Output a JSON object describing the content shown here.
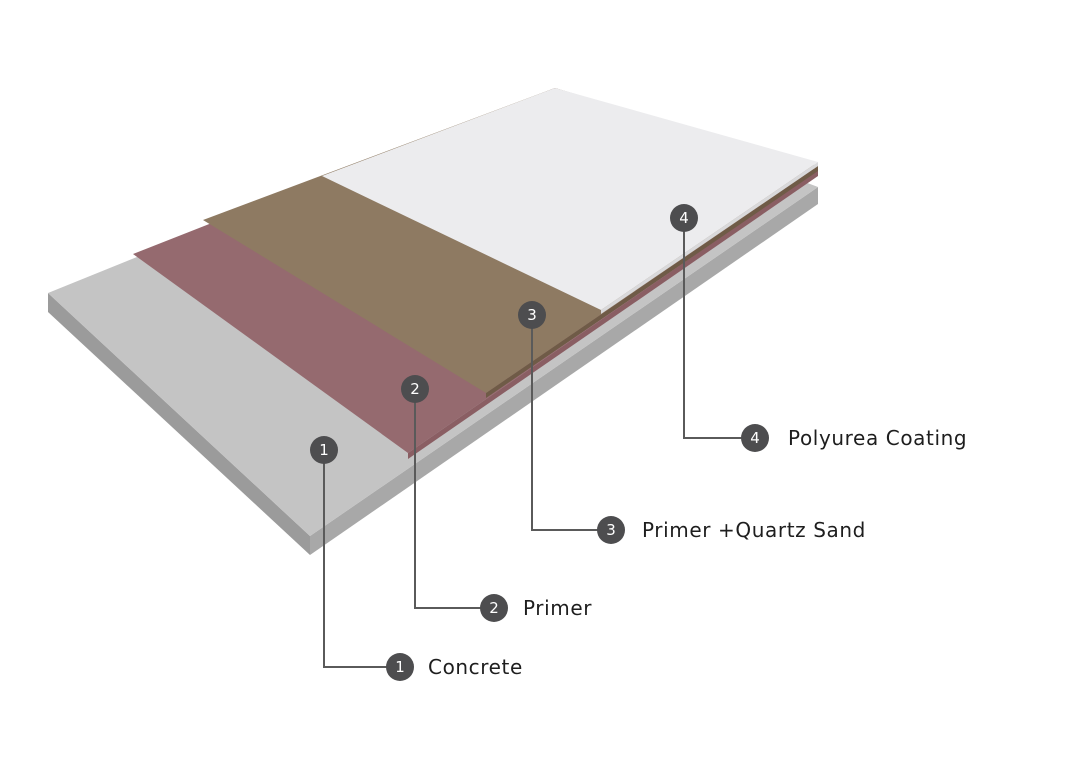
{
  "layers": [
    {
      "number": "1",
      "label": "Concrete",
      "color": "#c4c4c4"
    },
    {
      "number": "2",
      "label": "Primer",
      "color": "#956a6f"
    },
    {
      "number": "3",
      "label": "Primer +Quartz Sand",
      "color": "#8e7a62"
    },
    {
      "number": "4",
      "label": "Polyurea Coating",
      "color": "#ececee"
    }
  ],
  "badge_color": "#4d4d4f"
}
